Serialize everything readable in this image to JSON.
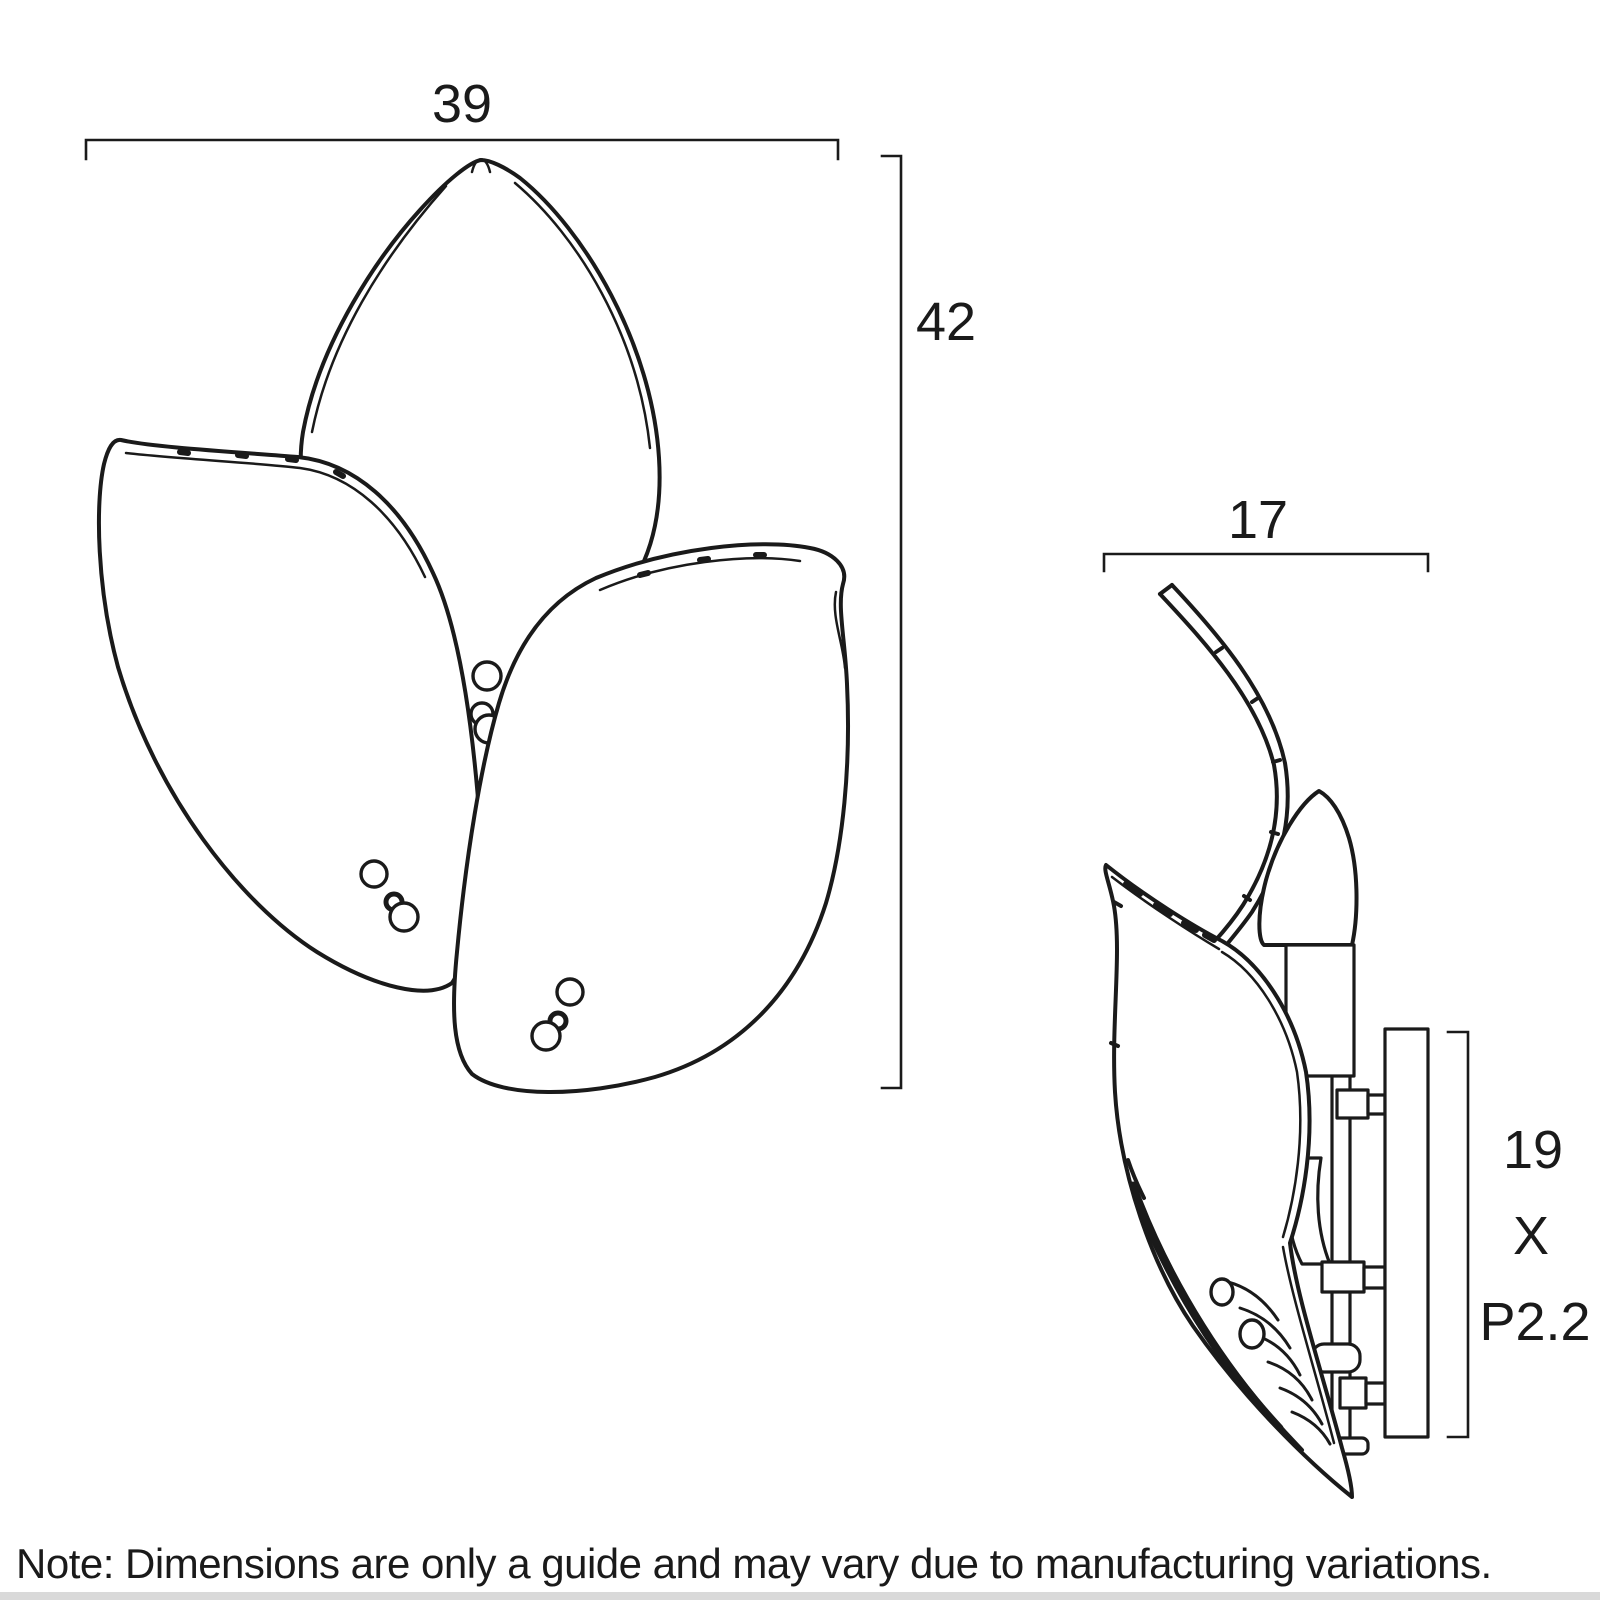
{
  "front_view": {
    "width_label": "39",
    "height_label": "42"
  },
  "side_view": {
    "depth_label": "17",
    "mount_label_line1": "19",
    "mount_label_line2": "X",
    "mount_label_line3": "P2.2"
  },
  "note": "Note: Dimensions are only a guide and may vary due to manufacturing variations.",
  "colors": {
    "line": "#1a1a1a",
    "background": "#ffffff",
    "bottom_strip": "#d9d9d9"
  }
}
